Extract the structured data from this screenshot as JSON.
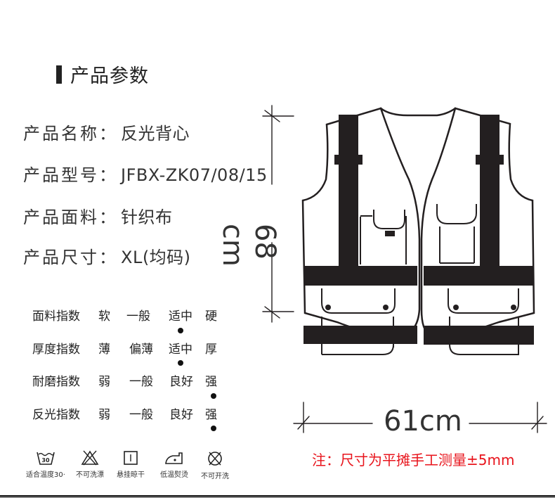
{
  "section": {
    "title": "产品参数"
  },
  "specs": [
    {
      "label": "产品名称：",
      "value": "反光背心"
    },
    {
      "label": "产品型号：",
      "value": "JFBX-ZK07/08/15"
    },
    {
      "label": "产品面料：",
      "value": "针织布"
    },
    {
      "label": "产品尺寸：",
      "value": "XL(均码)"
    }
  ],
  "indices": [
    {
      "name": "面料指数",
      "options": [
        "软",
        "一般",
        "适中",
        "硬"
      ],
      "selected": 2
    },
    {
      "name": "厚度指数",
      "options": [
        "薄",
        "偏薄",
        "适中",
        "厚"
      ],
      "selected": 2
    },
    {
      "name": "耐磨指数",
      "options": [
        "弱",
        "一般",
        "良好",
        "强"
      ],
      "selected": 3
    },
    {
      "name": "反光指数",
      "options": [
        "弱",
        "一般",
        "良好",
        "强"
      ],
      "selected": 3
    }
  ],
  "care": [
    {
      "icon": "wash-30-icon",
      "label": "适合温度30·",
      "badge": "30"
    },
    {
      "icon": "no-bleach-icon",
      "label": "不可洗漂"
    },
    {
      "icon": "hang-dry-icon",
      "label": "悬挂晾干"
    },
    {
      "icon": "low-iron-icon",
      "label": "低温熨烫"
    },
    {
      "icon": "no-dry-clean-icon",
      "label": "不可开洗"
    }
  ],
  "dimensions": {
    "height": "68 cm",
    "width": "61cm"
  },
  "note": "注：尺寸为平摊手工测量±5mm",
  "colors": {
    "text": "#222222",
    "note": "#e8141c",
    "vest_stroke": "#231f20"
  }
}
